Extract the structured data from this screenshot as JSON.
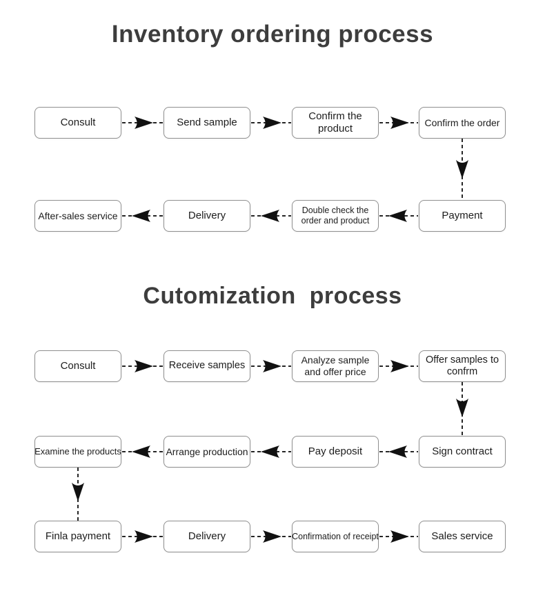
{
  "page": {
    "background": "#ffffff"
  },
  "colors": {
    "box_border": "#8f8f8f",
    "box_fill": "#ffffff",
    "box_text": "#1c1c1c",
    "arrow": "#111111",
    "title": "#3d3d3d"
  },
  "flowcharts": [
    {
      "title": "Inventory ordering process",
      "rows": [
        {
          "direction": "right",
          "boxes": [
            {
              "label": "Consult"
            },
            {
              "label": "Send sample"
            },
            {
              "label": "Confirm the product"
            },
            {
              "label": "Confirm the order"
            }
          ]
        },
        {
          "direction": "left",
          "boxes": [
            {
              "label": "After-sales service"
            },
            {
              "label": "Delivery"
            },
            {
              "label": "Double check the order and product"
            },
            {
              "label": "Payment"
            }
          ]
        }
      ]
    },
    {
      "title": "Cutomization process",
      "rows": [
        {
          "direction": "right",
          "boxes": [
            {
              "label": "Consult"
            },
            {
              "label": "Receive samples"
            },
            {
              "label": "Analyze sample and offer price"
            },
            {
              "label": "Offer samples to confrm"
            }
          ]
        },
        {
          "direction": "left",
          "boxes": [
            {
              "label": "Examine the products"
            },
            {
              "label": "Arrange production"
            },
            {
              "label": "Pay deposit"
            },
            {
              "label": "Sign contract"
            }
          ]
        },
        {
          "direction": "right",
          "boxes": [
            {
              "label": "Finla payment"
            },
            {
              "label": "Delivery"
            },
            {
              "label": "Confirmation of receipt"
            },
            {
              "label": "Sales service"
            }
          ]
        }
      ]
    }
  ]
}
